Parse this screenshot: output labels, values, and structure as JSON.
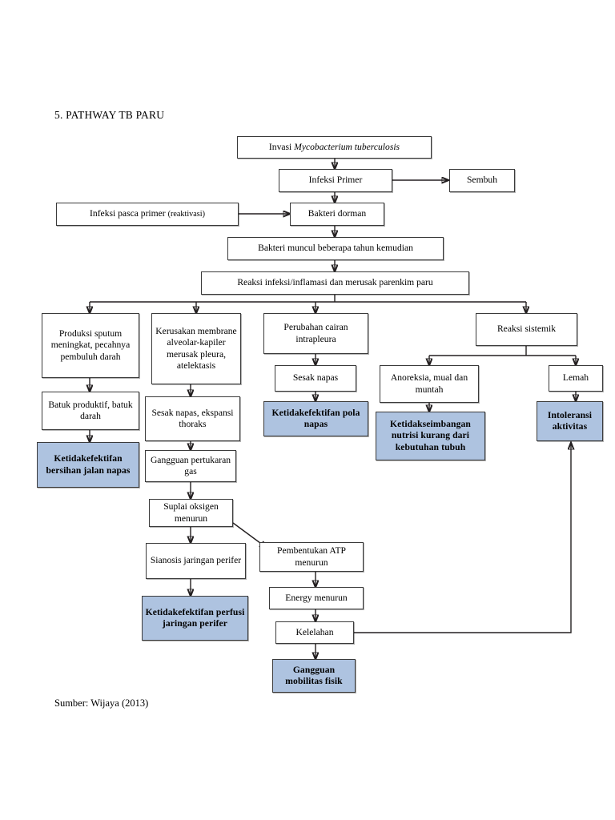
{
  "document": {
    "heading": "5. PATHWAY TB PARU",
    "source_caption": "Sumber: Wijaya (2013)"
  },
  "palette": {
    "diagnosis_fill": "#aec3e0",
    "box_fill": "#ffffff",
    "border": "#3a3a3a",
    "connector": "#231f20",
    "text": "#000000"
  },
  "chart_data": {
    "type": "diagram",
    "title": "5. PATHWAY TB PARU",
    "subtitle": "Sumber: Wijaya (2013)",
    "node_kinds": {
      "process": "white rectangle",
      "diagnosis": "light blue filled rectangle, bold text"
    },
    "nodes": [
      {
        "id": "invasi",
        "label": "Invasi Mycobacterium tuberculosis",
        "kind": "process"
      },
      {
        "id": "primer",
        "label": "Infeksi Primer",
        "kind": "process"
      },
      {
        "id": "sembuh",
        "label": "Sembuh",
        "kind": "process"
      },
      {
        "id": "pasca",
        "label": "Infeksi pasca primer (reaktivasi)",
        "kind": "process"
      },
      {
        "id": "dorman",
        "label": "Bakteri dorman",
        "kind": "process"
      },
      {
        "id": "muncul",
        "label": "Bakteri muncul beberapa tahun kemudian",
        "kind": "process"
      },
      {
        "id": "reaksi",
        "label": "Reaksi infeksi/inflamasi dan merusak parenkim paru",
        "kind": "process"
      },
      {
        "id": "sputum",
        "label": "Produksi sputum meningkat, pecahnya pembuluh darah",
        "kind": "process"
      },
      {
        "id": "batuk",
        "label": "Batuk produktif, batuk darah",
        "kind": "process"
      },
      {
        "id": "dx_bersihan",
        "label": "Ketidakefektifan bersihan jalan napas",
        "kind": "diagnosis"
      },
      {
        "id": "membrane",
        "label": "Kerusakan membrane alveolar-kapiler merusak pleura, atelektasis",
        "kind": "process"
      },
      {
        "id": "sesak_eks",
        "label": "Sesak napas, ekspansi thoraks",
        "kind": "process"
      },
      {
        "id": "gangguan_gas",
        "label": "Gangguan pertukaran gas",
        "kind": "process"
      },
      {
        "id": "suplai",
        "label": "Suplai oksigen menurun",
        "kind": "process"
      },
      {
        "id": "sianosis",
        "label": "Sianosis jaringan perifer",
        "kind": "process"
      },
      {
        "id": "dx_perfusi",
        "label": "Ketidakefektifan perfusi jaringan perifer",
        "kind": "diagnosis"
      },
      {
        "id": "intrapleura",
        "label": "Perubahan cairan intrapleura",
        "kind": "process"
      },
      {
        "id": "sesak",
        "label": "Sesak napas",
        "kind": "process"
      },
      {
        "id": "dx_pola",
        "label": "Ketidakefektifan pola napas",
        "kind": "diagnosis"
      },
      {
        "id": "sistemik",
        "label": "Reaksi sistemik",
        "kind": "process"
      },
      {
        "id": "anoreksia",
        "label": "Anoreksia, mual dan muntah",
        "kind": "process"
      },
      {
        "id": "dx_nutrisi",
        "label": "Ketidakseimbangan nutrisi kurang dari kebutuhan tubuh",
        "kind": "diagnosis"
      },
      {
        "id": "lemah",
        "label": "Lemah",
        "kind": "process"
      },
      {
        "id": "dx_intoleransi",
        "label": "Intoleransi aktivitas",
        "kind": "diagnosis"
      },
      {
        "id": "atp",
        "label": "Pembentukan ATP menurun",
        "kind": "process"
      },
      {
        "id": "energy",
        "label": "Energy menurun",
        "kind": "process"
      },
      {
        "id": "kelelahan",
        "label": "Kelelahan",
        "kind": "process"
      },
      {
        "id": "dx_mobilitas",
        "label": "Gangguan mobilitas fisik",
        "kind": "diagnosis"
      }
    ],
    "edges": [
      {
        "from": "invasi",
        "to": "primer"
      },
      {
        "from": "primer",
        "to": "sembuh"
      },
      {
        "from": "primer",
        "to": "dorman"
      },
      {
        "from": "pasca",
        "to": "dorman"
      },
      {
        "from": "dorman",
        "to": "muncul"
      },
      {
        "from": "muncul",
        "to": "reaksi"
      },
      {
        "from": "reaksi",
        "to": "sputum"
      },
      {
        "from": "reaksi",
        "to": "membrane"
      },
      {
        "from": "reaksi",
        "to": "intrapleura"
      },
      {
        "from": "reaksi",
        "to": "sistemik"
      },
      {
        "from": "sputum",
        "to": "batuk"
      },
      {
        "from": "batuk",
        "to": "dx_bersihan"
      },
      {
        "from": "membrane",
        "to": "sesak_eks"
      },
      {
        "from": "sesak_eks",
        "to": "gangguan_gas"
      },
      {
        "from": "gangguan_gas",
        "to": "suplai"
      },
      {
        "from": "suplai",
        "to": "sianosis"
      },
      {
        "from": "suplai",
        "to": "atp"
      },
      {
        "from": "sianosis",
        "to": "dx_perfusi"
      },
      {
        "from": "intrapleura",
        "to": "sesak"
      },
      {
        "from": "sesak",
        "to": "dx_pola"
      },
      {
        "from": "sistemik",
        "to": "anoreksia"
      },
      {
        "from": "sistemik",
        "to": "lemah"
      },
      {
        "from": "anoreksia",
        "to": "dx_nutrisi"
      },
      {
        "from": "lemah",
        "to": "dx_intoleransi"
      },
      {
        "from": "atp",
        "to": "energy"
      },
      {
        "from": "energy",
        "to": "kelelahan"
      },
      {
        "from": "kelelahan",
        "to": "dx_mobilitas"
      },
      {
        "from": "kelelahan",
        "to": "dx_intoleransi"
      }
    ]
  },
  "boxes": {
    "invasi": {
      "line1": "Invasi ",
      "line2": "Mycobacterium tuberculosis"
    },
    "primer": {
      "label": "Infeksi Primer"
    },
    "sembuh": {
      "label": "Sembuh"
    },
    "pasca": {
      "line1": "Infeksi pasca primer ",
      "line2": "(reaktivasi)"
    },
    "dorman": {
      "label": "Bakteri dorman"
    },
    "muncul": {
      "label": "Bakteri muncul beberapa tahun kemudian"
    },
    "reaksi": {
      "label": "Reaksi infeksi/inflamasi dan merusak parenkim paru"
    },
    "sputum": {
      "label": "Produksi sputum meningkat, pecahnya pembuluh darah"
    },
    "batuk": {
      "label": "Batuk produktif, batuk darah"
    },
    "dx_bersihan": {
      "label": "Ketidakefektifan bersihan jalan napas"
    },
    "membrane": {
      "label": "Kerusakan membrane alveolar-kapiler merusak pleura, atelektasis"
    },
    "sesak_eks": {
      "label": "Sesak napas, ekspansi thoraks"
    },
    "gangguan_gas": {
      "label": "Gangguan pertukaran gas"
    },
    "suplai": {
      "label": "Suplai oksigen menurun"
    },
    "sianosis": {
      "label": "Sianosis jaringan perifer"
    },
    "dx_perfusi": {
      "label": "Ketidakefektifan perfusi jaringan perifer"
    },
    "intrapleura": {
      "label": "Perubahan cairan intrapleura"
    },
    "sesak": {
      "label": "Sesak napas"
    },
    "dx_pola": {
      "label": "Ketidakefektifan pola napas"
    },
    "sistemik": {
      "label": "Reaksi sistemik"
    },
    "anoreksia": {
      "label": "Anoreksia, mual dan muntah"
    },
    "dx_nutrisi": {
      "label": "Ketidakseimbangan nutrisi kurang dari kebutuhan tubuh"
    },
    "lemah": {
      "label": "Lemah"
    },
    "dx_intoleransi": {
      "label": "Intoleransi aktivitas"
    },
    "atp": {
      "label": "Pembentukan ATP menurun"
    },
    "energy": {
      "label": "Energy menurun"
    },
    "kelelahan": {
      "label": "Kelelahan"
    },
    "dx_mobilitas": {
      "label": "Gangguan mobilitas fisik"
    }
  }
}
